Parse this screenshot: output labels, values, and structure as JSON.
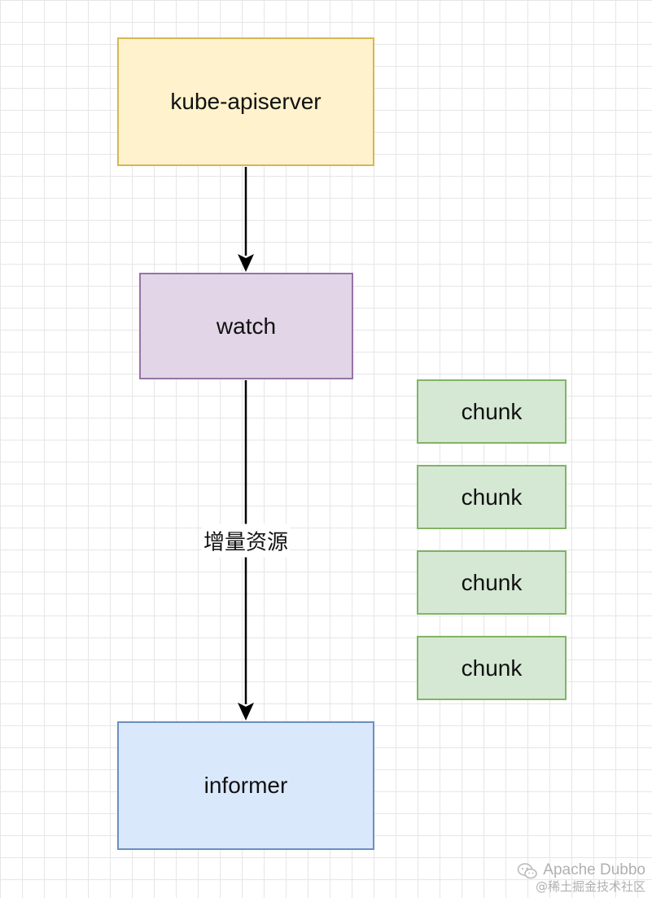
{
  "nodes": {
    "apiserver": "kube-apiserver",
    "watch": "watch",
    "informer": "informer",
    "chunks": [
      "chunk",
      "chunk",
      "chunk",
      "chunk"
    ]
  },
  "edges": {
    "watch_to_informer_label": "增量资源"
  },
  "watermark": {
    "brand": "Apache Dubbo",
    "site": "@稀土掘金技术社区"
  },
  "colors": {
    "apiserver_fill": "#fff2cc",
    "apiserver_stroke": "#d6b656",
    "watch_fill": "#e1d5e7",
    "watch_stroke": "#9673a6",
    "informer_fill": "#dae8fc",
    "informer_stroke": "#6c8ebf",
    "chunk_fill": "#d5e8d4",
    "chunk_stroke": "#82b366"
  }
}
